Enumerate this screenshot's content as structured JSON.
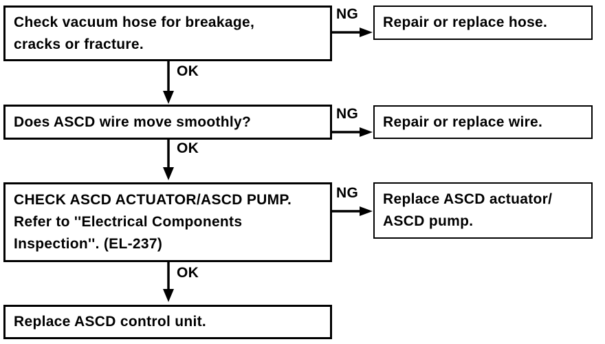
{
  "flow": {
    "steps": [
      {
        "check": "Check vacuum hose for breakage,\ncracks or fracture.",
        "ng": "NG",
        "action": "Repair or replace hose.",
        "ok": "OK"
      },
      {
        "check": "Does ASCD wire move smoothly?",
        "ng": "NG",
        "action": "Repair or replace wire.",
        "ok": "OK"
      },
      {
        "check": "CHECK ASCD ACTUATOR/ASCD PUMP.\nRefer to ''Electrical Components\nInspection''. (EL-237)",
        "ng": "NG",
        "action": "Replace ASCD actuator/\nASCD pump.",
        "ok": "OK"
      },
      {
        "check": "Replace ASCD control unit."
      }
    ],
    "colors": {
      "ink": "#000000",
      "paper": "#ffffff"
    }
  }
}
